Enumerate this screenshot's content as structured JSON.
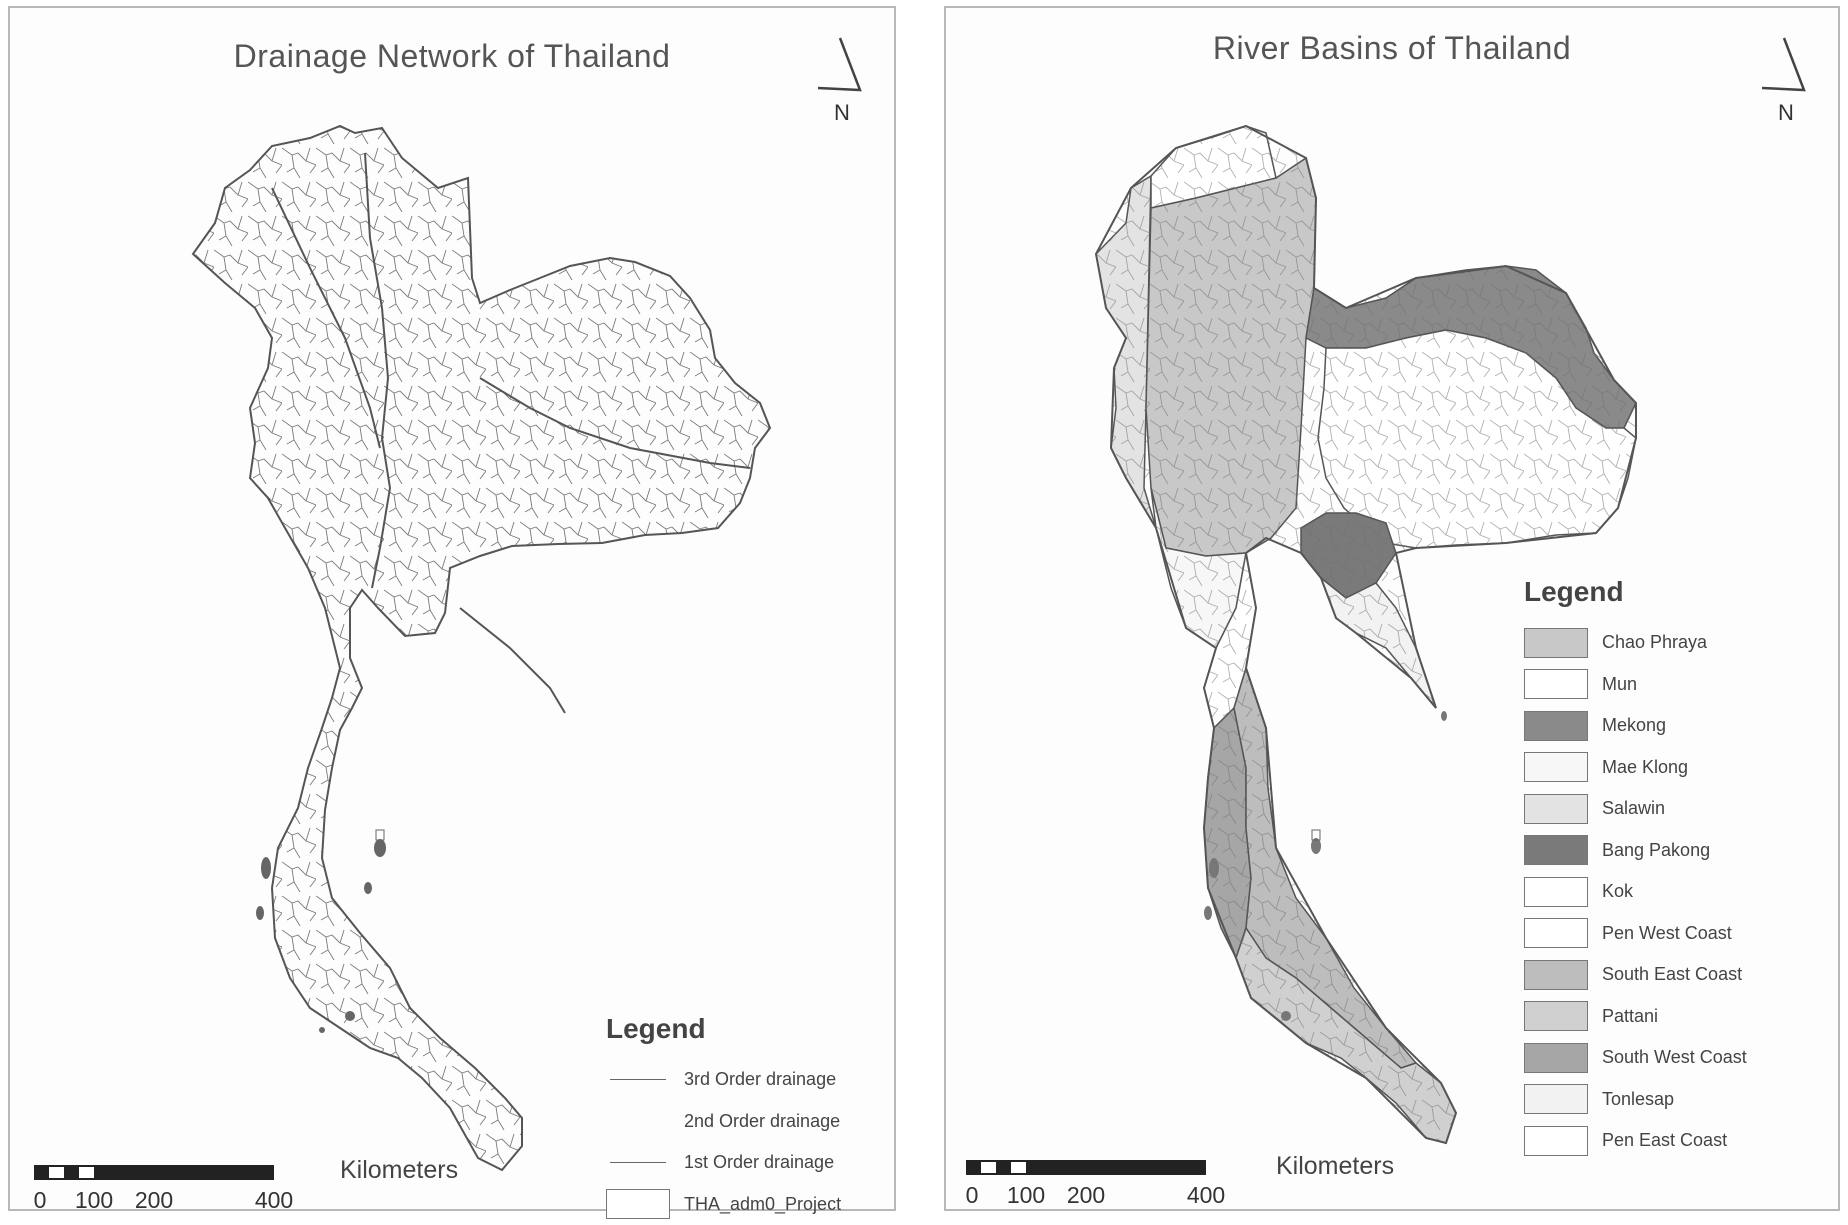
{
  "left_map": {
    "title": "Drainage Network of Thailand",
    "north_label": "N",
    "legend": {
      "title": "Legend",
      "items": [
        {
          "label": "3rd Order drainage",
          "kind": "line"
        },
        {
          "label": "2nd Order drainage",
          "kind": "none"
        },
        {
          "label": "1st Order drainage",
          "kind": "line"
        },
        {
          "label": "THA_adm0_Project",
          "kind": "box"
        }
      ]
    },
    "scale": {
      "ticks": [
        "0",
        "100",
        "200",
        "400"
      ],
      "unit": "Kilometers"
    }
  },
  "right_map": {
    "title": "River Basins of Thailand",
    "north_label": "N",
    "legend": {
      "title": "Legend",
      "items": [
        {
          "label": "Chao Phraya",
          "color": "#c8c8c8"
        },
        {
          "label": "Mun",
          "color": "#ffffff"
        },
        {
          "label": "Mekong",
          "color": "#8a8a8a"
        },
        {
          "label": "Mae Klong",
          "color": "#f7f7f7"
        },
        {
          "label": "Salawin",
          "color": "#e3e3e3"
        },
        {
          "label": "Bang Pakong",
          "color": "#7a7a7a"
        },
        {
          "label": "Kok",
          "color": "#ffffff"
        },
        {
          "label": "Pen West Coast",
          "color": "#ffffff"
        },
        {
          "label": "South East Coast",
          "color": "#bdbdbd"
        },
        {
          "label": "Pattani",
          "color": "#d0d0d0"
        },
        {
          "label": "South West Coast",
          "color": "#a6a6a6"
        },
        {
          "label": "Tonlesap",
          "color": "#f2f2f2"
        },
        {
          "label": "Pen East Coast",
          "color": "#ffffff"
        }
      ]
    },
    "scale": {
      "ticks": [
        "0",
        "100",
        "200",
        "400"
      ],
      "unit": "Kilometers"
    }
  }
}
